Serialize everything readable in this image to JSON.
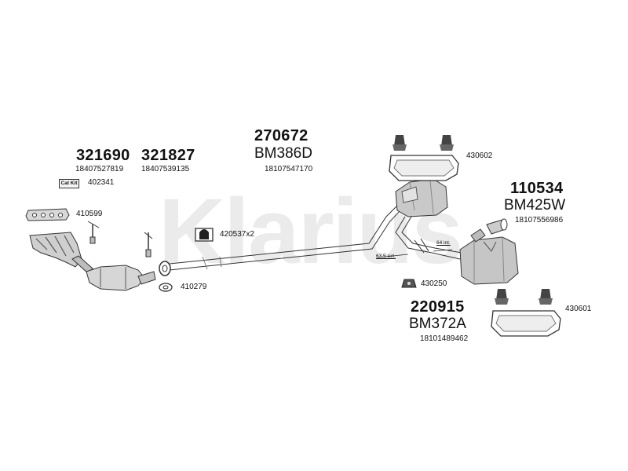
{
  "watermark": "Klarius",
  "groups": [
    {
      "code": "321690",
      "oe": "18407527819"
    },
    {
      "code": "321827",
      "oe": "18407539135"
    },
    {
      "code": "270672",
      "model": "BM386D",
      "oe": "18107547170"
    },
    {
      "code": "110534",
      "model": "BM425W",
      "oe": "18107556986"
    },
    {
      "code": "220915",
      "model": "BM372A",
      "oe": "18101489462"
    }
  ],
  "cat_kit": {
    "label": "Cat Kit",
    "part": "402341"
  },
  "parts": {
    "gasket_top": "410599",
    "clamp": "420537x2",
    "flange_gasket": "410279",
    "rubber_mount_mid": "430250",
    "hanger_top": "430602",
    "hanger_bottom": "430601"
  },
  "dims": {
    "ext": "63.5 ext.",
    "int": "64 int."
  }
}
